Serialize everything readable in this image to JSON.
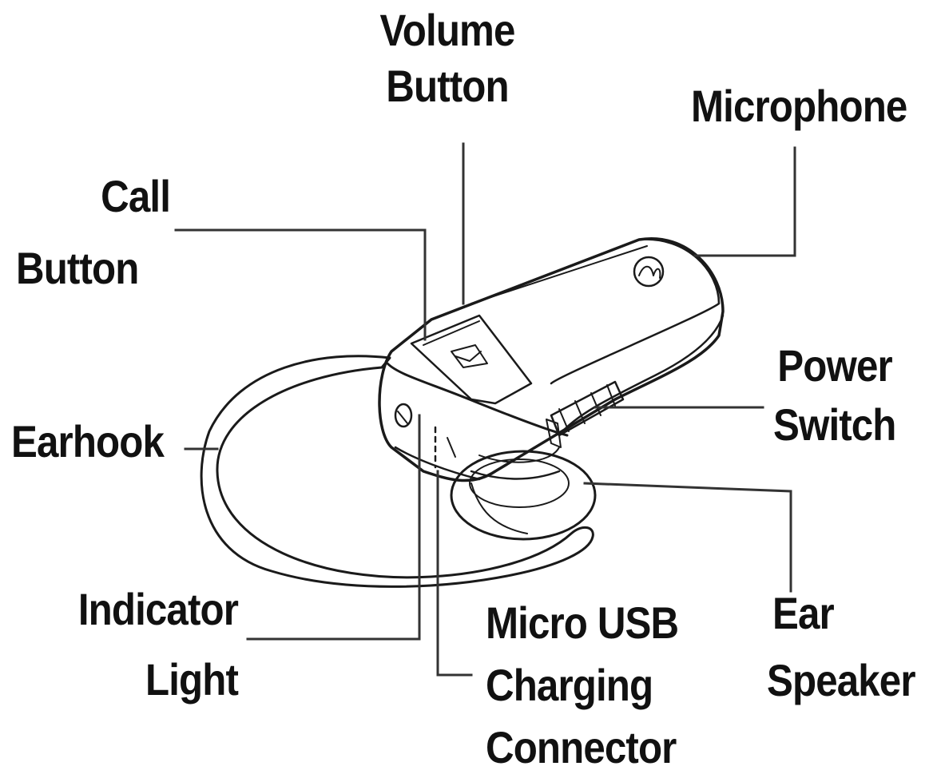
{
  "labels": {
    "volume": [
      "Volume",
      "Button"
    ],
    "microphone": [
      "Microphone"
    ],
    "call": [
      "Call",
      "Button"
    ],
    "power": [
      "Power",
      "Switch"
    ],
    "earhook": [
      "Earhook"
    ],
    "indicator": [
      "Indicator",
      "Light"
    ],
    "usb": [
      "Micro USB",
      "Charging",
      "Connector"
    ],
    "speaker": [
      "Ear",
      "Speaker"
    ]
  },
  "colors": {
    "ink": "#111111",
    "leader": "#333333",
    "background": "#ffffff"
  }
}
